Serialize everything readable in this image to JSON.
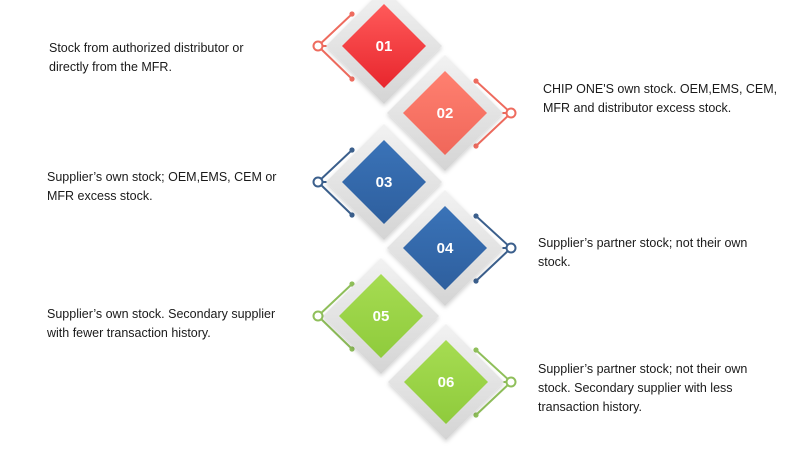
{
  "steps": [
    {
      "number": "01",
      "text": "Stock from authorized distributor or directly from the MFR.",
      "color": "#e8262d",
      "color_light": "#ff5a5a",
      "line_color": "#ee6b5e",
      "side": "left"
    },
    {
      "number": "02",
      "text": "CHIP ONE'S own stock. OEM,EMS, CEM, MFR and distributor excess stock.",
      "color": "#f0675a",
      "color_light": "#ff8070",
      "line_color": "#ee6b5e",
      "side": "right"
    },
    {
      "number": "03",
      "text": "Supplier’s own stock; OEM,EMS, CEM or MFR excess stock.",
      "color": "#2e5f9e",
      "color_light": "#3a73b8",
      "line_color": "#3b5f8c",
      "side": "left"
    },
    {
      "number": "04",
      "text": "Supplier’s partner stock; not their own stock.",
      "color": "#2e5f9e",
      "color_light": "#3a73b8",
      "line_color": "#3b5f8c",
      "side": "right"
    },
    {
      "number": "05",
      "text": "Supplier’s own stock. Secondary supplier with fewer transaction history.",
      "color": "#8fcb3c",
      "color_light": "#a6dc52",
      "line_color": "#8fbf5a",
      "side": "left"
    },
    {
      "number": "06",
      "text": "Supplier’s partner stock; not their own stock. Secondary supplier with less transaction history.",
      "color": "#8fcb3c",
      "color_light": "#a6dc52",
      "line_color": "#8fbf5a",
      "side": "right"
    }
  ]
}
